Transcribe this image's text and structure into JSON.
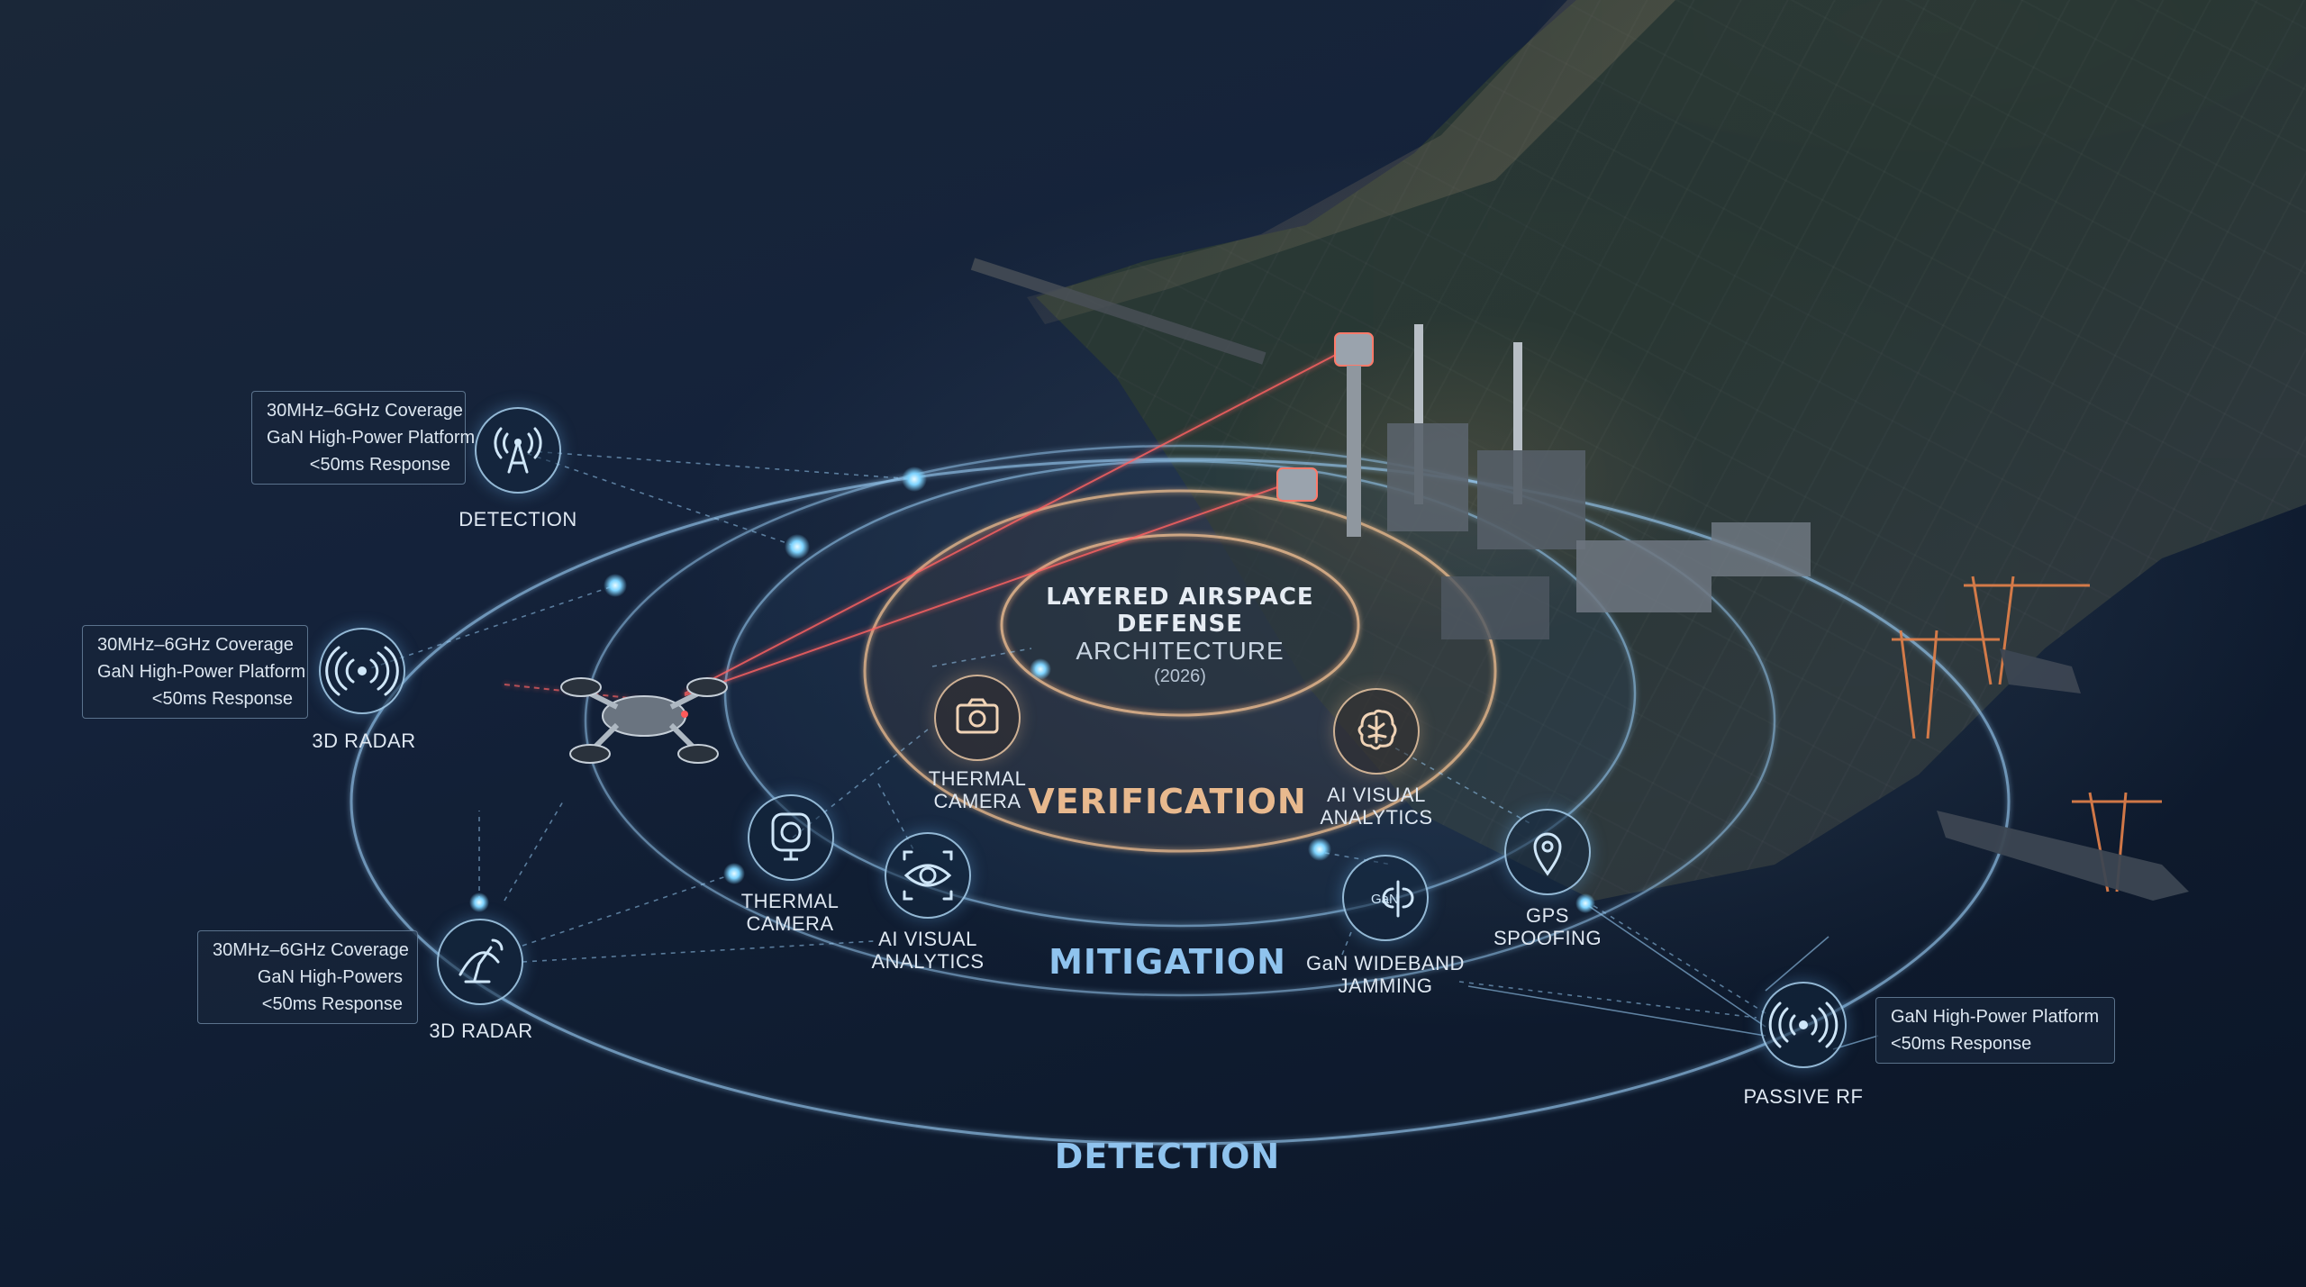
{
  "title": {
    "line1": "LAYERED AIRSPACE",
    "line2": "DEFENSE",
    "line3": "ARCHITECTURE",
    "line4": "(2026)"
  },
  "rings": {
    "outer": "DETECTION",
    "middle": "MITIGATION",
    "inner": "VERIFICATION"
  },
  "nodes": {
    "detection_antenna": {
      "label": "DETECTION",
      "icon": "antenna-tower-icon"
    },
    "radar_left": {
      "label": "3D RADAR",
      "icon": "radar-signal-icon"
    },
    "radar_bottom": {
      "label": "3D RADAR",
      "icon": "radar-dish-icon"
    },
    "thermal_camera_mid": {
      "label_line1": "THERMAL",
      "label_line2": "CAMERA",
      "icon": "thermal-camera-icon"
    },
    "ai_visual_mid": {
      "label_line1": "AI VISUAL",
      "label_line2": "ANALYTICS",
      "icon": "eye-scan-icon"
    },
    "gan_jamming": {
      "label_line1": "GaN WIDEBAND",
      "label_line2": "JAMMING",
      "icon": "gan-jammer-icon",
      "badge": "GaN"
    },
    "gps_spoofing": {
      "label_line1": "GPS",
      "label_line2": "SPOOFING",
      "icon": "location-pin-icon"
    },
    "passive_rf": {
      "label": "PASSIVE RF",
      "icon": "rf-signal-icon"
    },
    "thermal_camera_inner": {
      "label_line1": "THERMAL",
      "label_line2": "CAMERA",
      "icon": "camera-icon"
    },
    "ai_visual_inner": {
      "label_line1": "AI VISUAL",
      "label_line2": "ANALYTICS",
      "icon": "ai-brain-icon"
    }
  },
  "infoboxes": {
    "box1": [
      "30MHz–6GHz Coverage",
      "GaN High-Power Platform",
      "<50ms Response"
    ],
    "box2": [
      "30MHz–6GHz Coverage",
      "GaN High-Power Platform",
      "<50ms Response"
    ],
    "box3": [
      "30MHz–6GHz Coverage",
      "GaN High-Powers",
      "<50ms Response"
    ],
    "box4": [
      "GaN High-Power Platform",
      "<50ms Response"
    ]
  },
  "colors": {
    "ring_blue": "#8fc3ee",
    "ring_orange": "#e8b98e",
    "laser_red": "#ff5a5a",
    "node_glow": "#7fd4ff"
  }
}
